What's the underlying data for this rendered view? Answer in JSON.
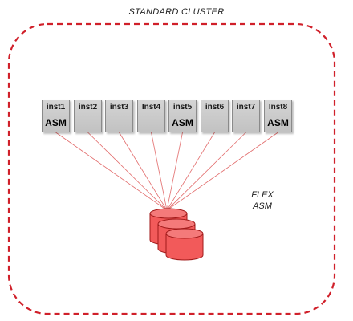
{
  "diagram": {
    "cluster_title": "STANDARD  CLUSTER",
    "flex_label_line1": "FLEX",
    "flex_label_line2": "ASM",
    "instances": [
      {
        "label": "inst1",
        "asm": "ASM"
      },
      {
        "label": "inst2",
        "asm": ""
      },
      {
        "label": "inst3",
        "asm": ""
      },
      {
        "label": "Inst4",
        "asm": ""
      },
      {
        "label": "inst5",
        "asm": "ASM"
      },
      {
        "label": "inst6",
        "asm": ""
      },
      {
        "label": "inst7",
        "asm": ""
      },
      {
        "label": "Inst8",
        "asm": "ASM"
      }
    ],
    "colors": {
      "cluster_border": "#d0202a",
      "connector": "#e26b6b",
      "disk_fill": "#f25a5a",
      "disk_top": "#f47a7a",
      "disk_stroke": "#a11a1a",
      "instance_fill": "#c8c8c8"
    }
  }
}
